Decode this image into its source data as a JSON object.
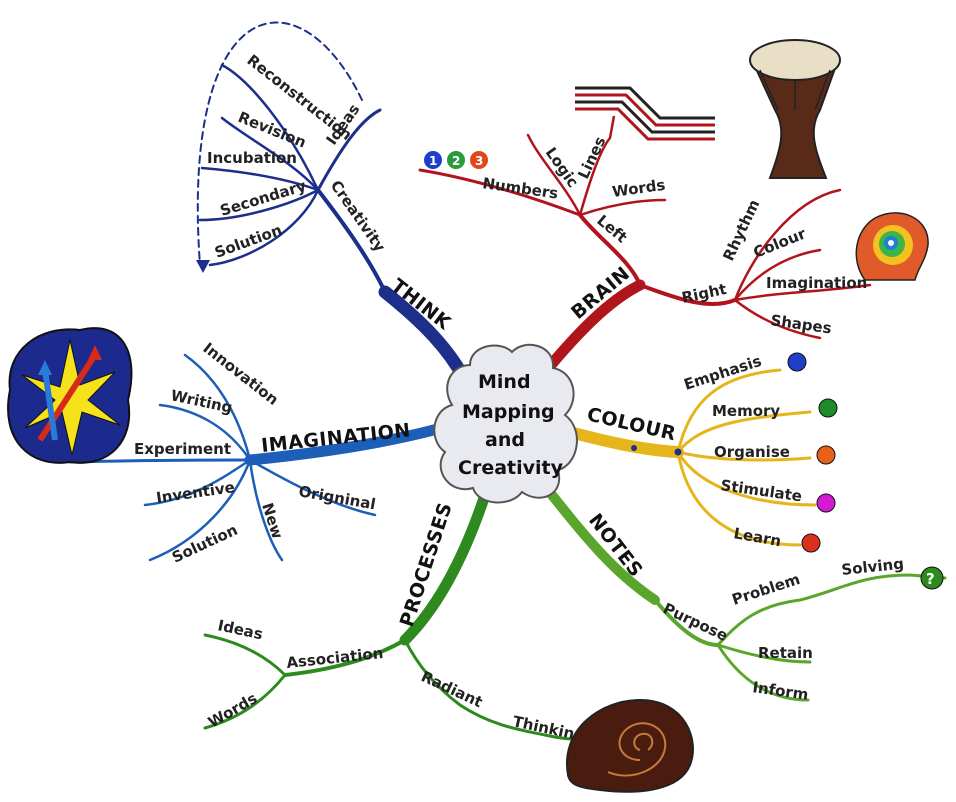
{
  "center": {
    "lines": [
      "Mind",
      "Mapping",
      "and",
      "Creativity"
    ]
  },
  "colors": {
    "think": "#1c2f8a",
    "brain": "#b0141c",
    "colour": "#e5b51c",
    "notes": "#5aa52c",
    "processes": "#2e8a1e",
    "imagination": "#1d5fb8"
  },
  "branches": {
    "think": {
      "label": "THINK",
      "creativity": "Creativity",
      "ideas": "Ideas",
      "reconstruction": "Reconstruction",
      "revision": "Revision",
      "incubation": "Incubation",
      "secondary": "Secondary",
      "solution": "Solution"
    },
    "brain": {
      "label": "BRAIN",
      "left": "Left",
      "numbers": "Numbers",
      "logic": "Logic",
      "lines": "Lines",
      "words": "Words",
      "right": "Right",
      "rhythm": "Rhythm",
      "colour": "Colour",
      "imagination": "Imagination",
      "shapes": "Shapes",
      "number_badges": [
        "1",
        "2",
        "3"
      ]
    },
    "colour": {
      "label": "COLOUR",
      "items": [
        "Emphasis",
        "Memory",
        "Organise",
        "Stimulate",
        "Learn"
      ],
      "dot_colors": [
        "#1f3fc8",
        "#1f8a2a",
        "#e8601a",
        "#d21ad2",
        "#d8321a"
      ]
    },
    "notes": {
      "label": "NOTES",
      "purpose": "Purpose",
      "problem": "Problem",
      "solving": "Solving",
      "retain": "Retain",
      "inform": "Inform",
      "question_mark": "?"
    },
    "processes": {
      "label": "PROCESSES",
      "association": "Association",
      "ideas": "Ideas",
      "words": "Words",
      "radiant": "Radiant",
      "thinking": "Thinking"
    },
    "imagination": {
      "label": "IMAGINATION",
      "innovation": "Innovation",
      "writing": "Writing",
      "experiment": "Experiment",
      "inventive": "Inventive",
      "solution": "Solution",
      "new": "New",
      "original": "Origninal"
    }
  },
  "pictures": [
    "drum-icon",
    "head-icon",
    "fireworks-icon",
    "ammonite-fossil-icon",
    "parallel-lines-icon"
  ]
}
